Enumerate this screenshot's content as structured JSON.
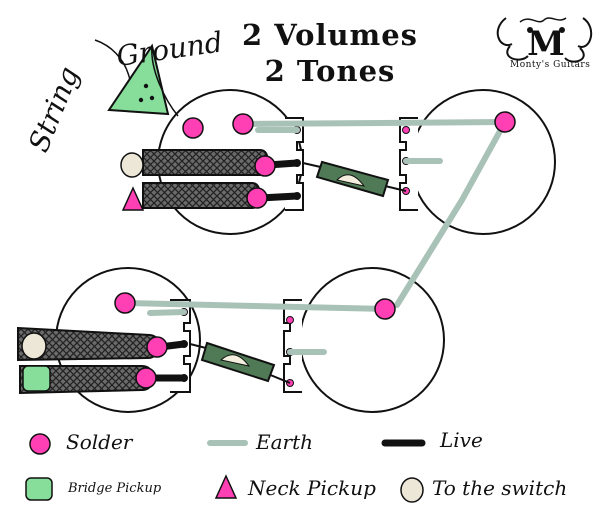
{
  "header": {
    "title_line1": "2 Volumes",
    "title_line2": "2 Tones"
  },
  "annotations": {
    "string_text": "String",
    "ground_text": "Ground"
  },
  "brand": {
    "name": "Monty's Guitars",
    "monogram": "M"
  },
  "legend": {
    "solder": "Solder",
    "earth": "Earth",
    "live": "Live",
    "bridge_pickup": "Bridge Pickup",
    "neck_pickup": "Neck Pickup",
    "to_switch": "To the switch"
  },
  "colors": {
    "solder": "#ff3fb4",
    "earth": "#a9c2b8",
    "live": "#111111",
    "bridge_pickup": "#86de9a",
    "neck_pickup": "#ff3fb4",
    "to_switch": "#ece7d6",
    "capacitor": "#4f7a55"
  }
}
